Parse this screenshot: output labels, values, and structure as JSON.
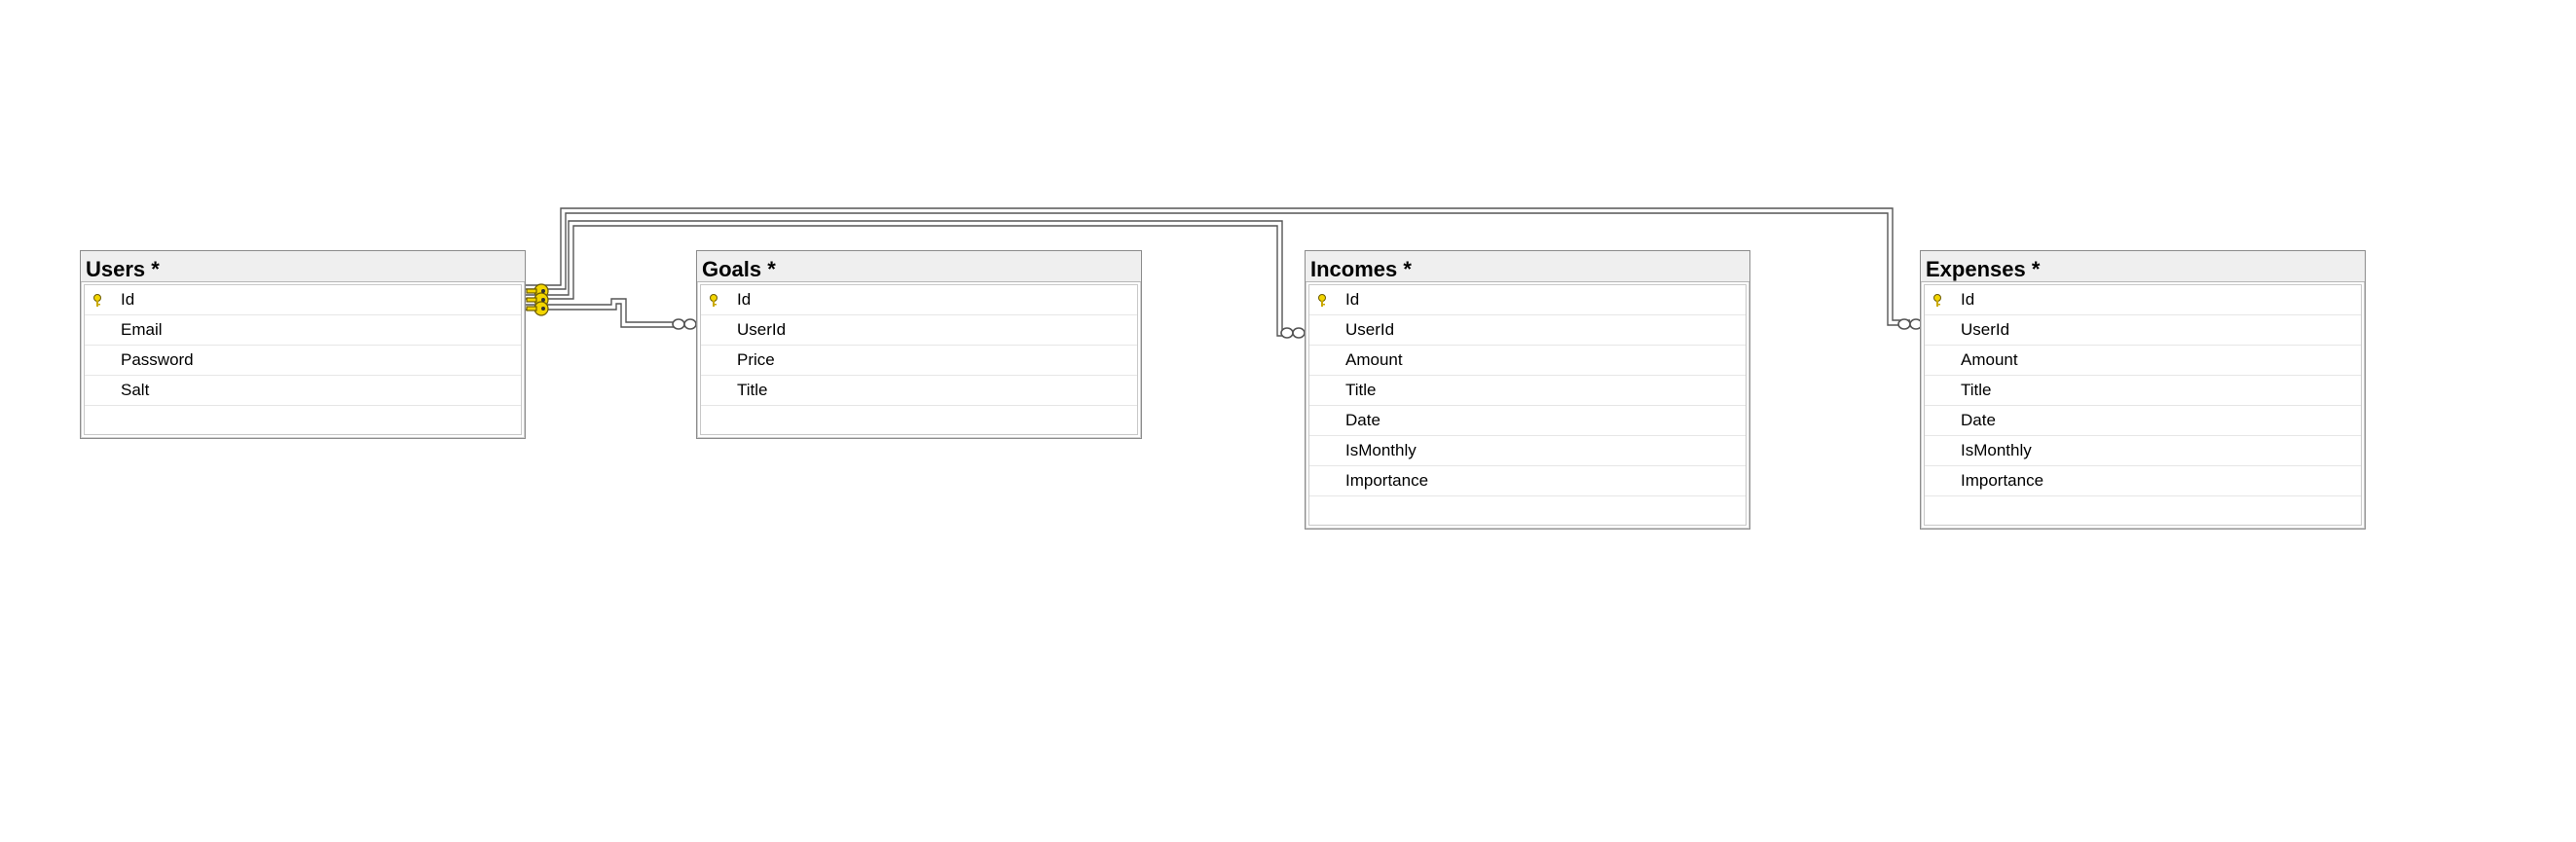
{
  "diagram": {
    "tables": [
      {
        "id": "users",
        "title": "Users *",
        "columns": [
          "Id",
          "Email",
          "Password",
          "Salt"
        ],
        "primary_key": "Id"
      },
      {
        "id": "goals",
        "title": "Goals *",
        "columns": [
          "Id",
          "UserId",
          "Price",
          "Title"
        ],
        "primary_key": "Id"
      },
      {
        "id": "incomes",
        "title": "Incomes *",
        "columns": [
          "Id",
          "UserId",
          "Amount",
          "Title",
          "Date",
          "IsMonthly",
          "Importance"
        ],
        "primary_key": "Id"
      },
      {
        "id": "expenses",
        "title": "Expenses *",
        "columns": [
          "Id",
          "UserId",
          "Amount",
          "Title",
          "Date",
          "IsMonthly",
          "Importance"
        ],
        "primary_key": "Id"
      }
    ],
    "relationships": [
      {
        "from": "users.Id",
        "to": "goals.UserId",
        "type": "one-to-many"
      },
      {
        "from": "users.Id",
        "to": "incomes.UserId",
        "type": "one-to-many"
      },
      {
        "from": "users.Id",
        "to": "expenses.UserId",
        "type": "one-to-many"
      }
    ],
    "colors": {
      "key": "#f2d500",
      "header_bg": "#efefef",
      "border": "#8c8c8c",
      "line": "#555555"
    }
  }
}
